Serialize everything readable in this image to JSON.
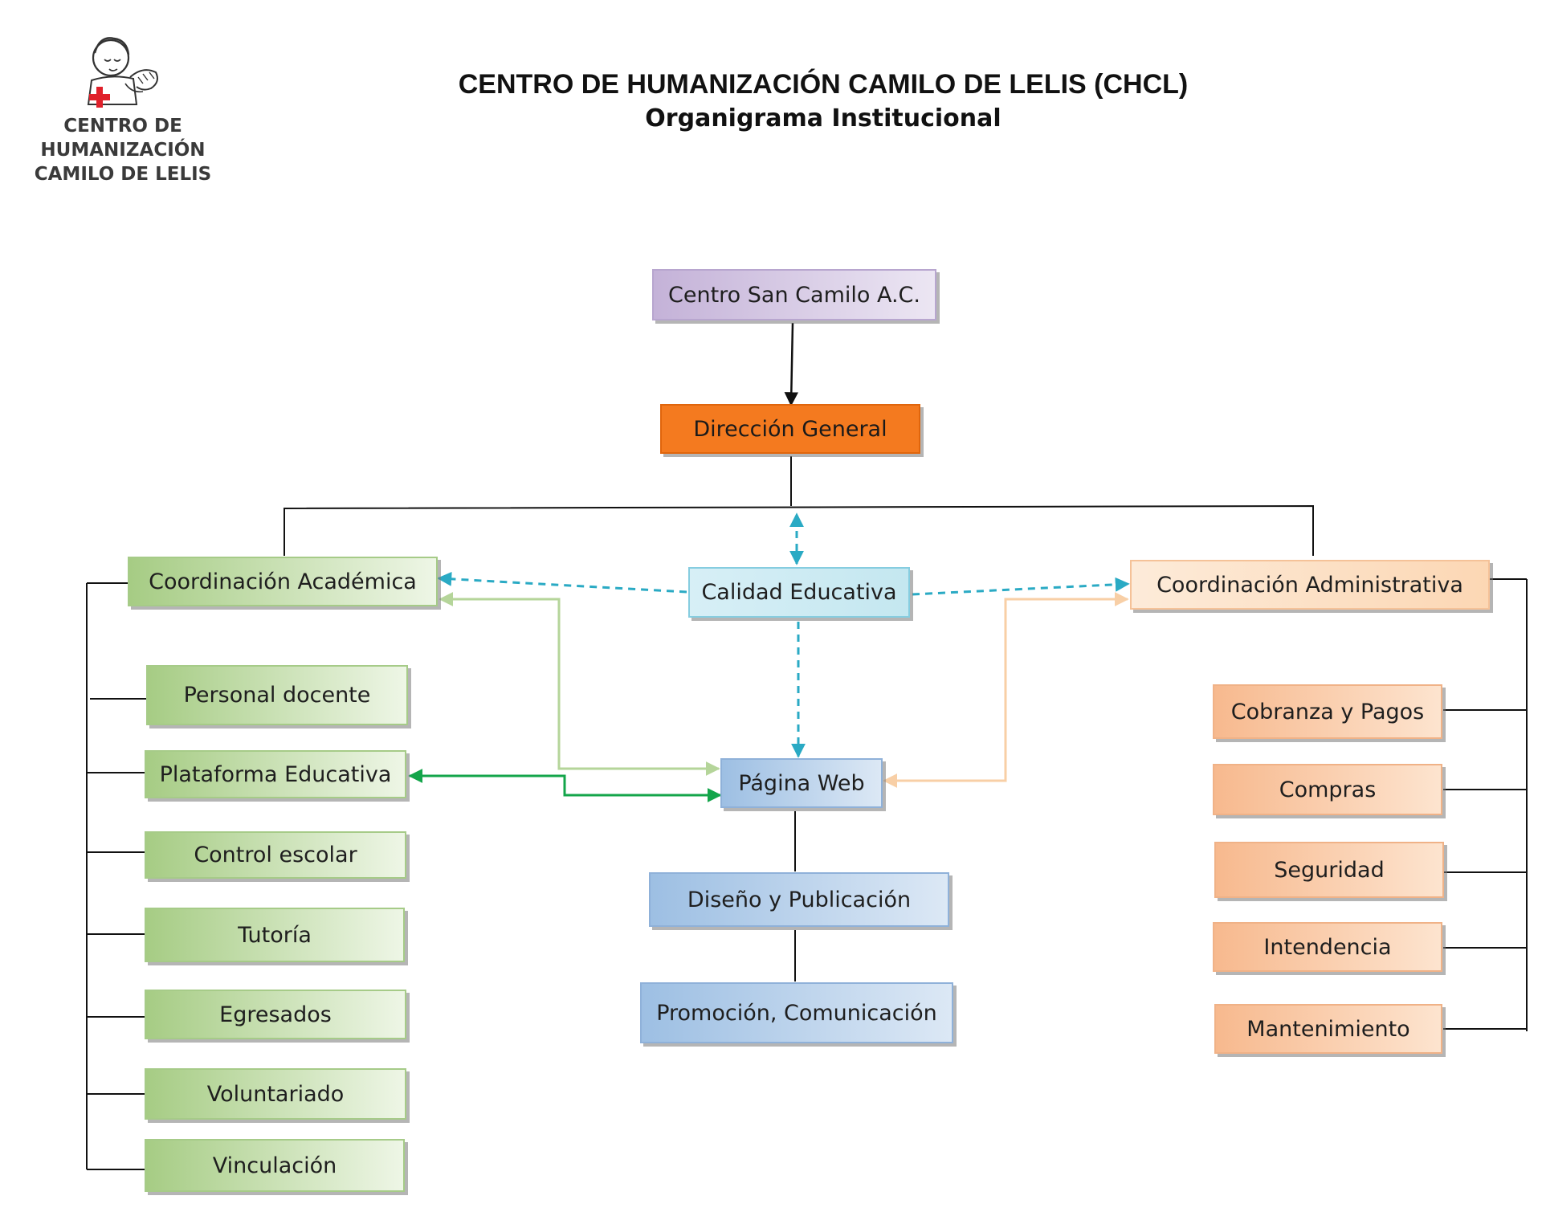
{
  "header": {
    "logo_lines": [
      "CENTRO DE",
      "HUMANIZACIÓN",
      "CAMILO DE LELIS"
    ],
    "title": "CENTRO DE HUMANIZACIÓN CAMILO DE LELIS (CHCL)",
    "subtitle": "Organigrama Institucional"
  },
  "org": {
    "root": "Centro San Camilo A.C.",
    "direccion": "Dirección General",
    "academica": "Coordinación Académica",
    "calidad": "Calidad Educativa",
    "administrativa": "Coordinación Administrativa",
    "pagina_web": "Página Web",
    "academica_items": [
      "Personal docente",
      "Plataforma Educativa",
      "Control escolar",
      "Tutoría",
      "Egresados",
      "Voluntariado",
      "Vinculación"
    ],
    "web_items": [
      "Diseño y Publicación",
      "Promoción, Comunicación"
    ],
    "admin_items": [
      "Cobranza y Pagos",
      "Compras",
      "Seguridad",
      "Intendencia",
      "Mantenimiento"
    ]
  },
  "colors": {
    "line": "#111111",
    "dashed": "#2aaac4",
    "academic_link": "#b5d59a",
    "platform_link": "#13a54a",
    "admin_link": "#f8cfa6",
    "logo_cross": "#e0202a"
  }
}
